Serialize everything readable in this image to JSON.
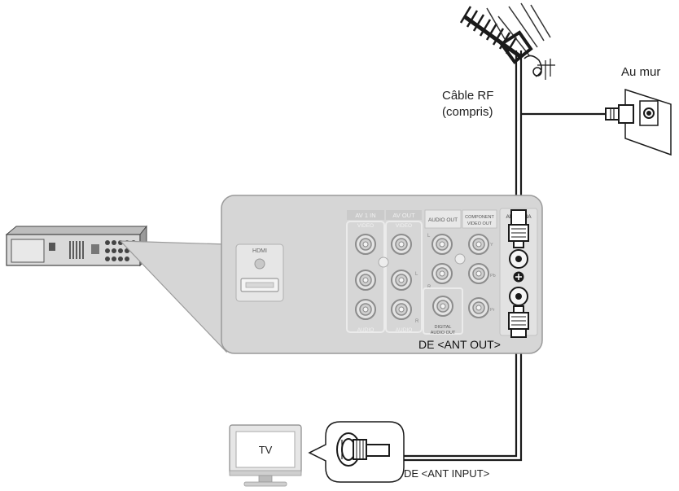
{
  "labels": {
    "wall": "Au mur",
    "cable_line1": "Câble RF",
    "cable_line2": "(compris)",
    "from_ant_out": "DE <ANT OUT>",
    "from_ant_input": "DE <ANT INPUT>",
    "tv": "TV"
  },
  "panel": {
    "hdmi": "HDMI",
    "av1_in": "AV 1 IN",
    "av_out": "AV OUT",
    "audio_out": "AUDIO OUT",
    "component_line1": "COMPONENT",
    "component_line2": "VIDEO OUT",
    "antenna": "ANTENNA",
    "video": "VIDEO",
    "audio": "AUDIO",
    "digital_line1": "DIGITAL",
    "digital_line2": "AUDIO OUT",
    "y": "Y",
    "pb": "Pb",
    "pr": "Pr",
    "l": "L",
    "r": "R"
  },
  "colors": {
    "panel_fill": "#d6d6d6",
    "panel_stroke": "#9a9a9a",
    "cable": "#1a1a1a",
    "device": "#555555"
  }
}
